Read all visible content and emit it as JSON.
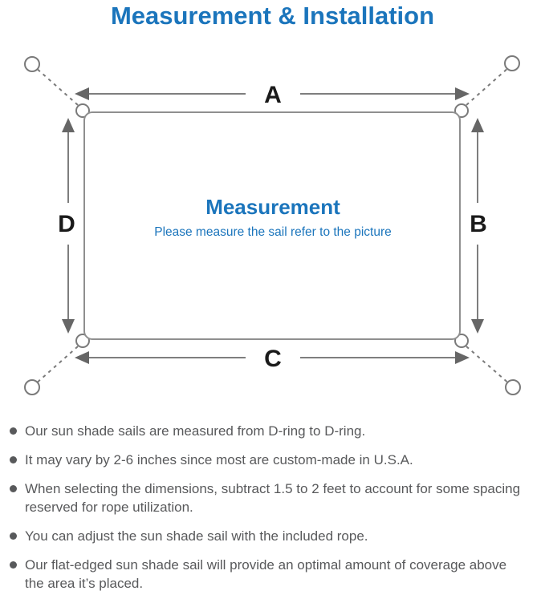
{
  "title": "Measurement & Installation",
  "diagram": {
    "labels": {
      "top": "A",
      "right": "B",
      "bottom": "C",
      "left": "D"
    },
    "center_heading": "Measurement",
    "center_subtitle": "Please measure the sail refer to the picture"
  },
  "notes": [
    {
      "text": "Our sun shade sails are measured from D-ring to D-ring."
    },
    {
      "text": "It may vary by 2-6 inches since most are custom-made in U.S.A."
    },
    {
      "text": "When selecting the dimensions, subtract 1.5 to 2 feet to account for some spacing\nreserved for rope utilization."
    },
    {
      "text": "You can adjust the sun shade sail with the included rope."
    },
    {
      "text": "Our flat-edged sun shade sail will provide an optimal amount of coverage above\nthe area it’s placed."
    }
  ],
  "colors": {
    "accent_blue": "#1b75bc",
    "line_gray": "#7a7a7a",
    "arrow_gray": "#666666",
    "text_gray": "#58595b"
  }
}
